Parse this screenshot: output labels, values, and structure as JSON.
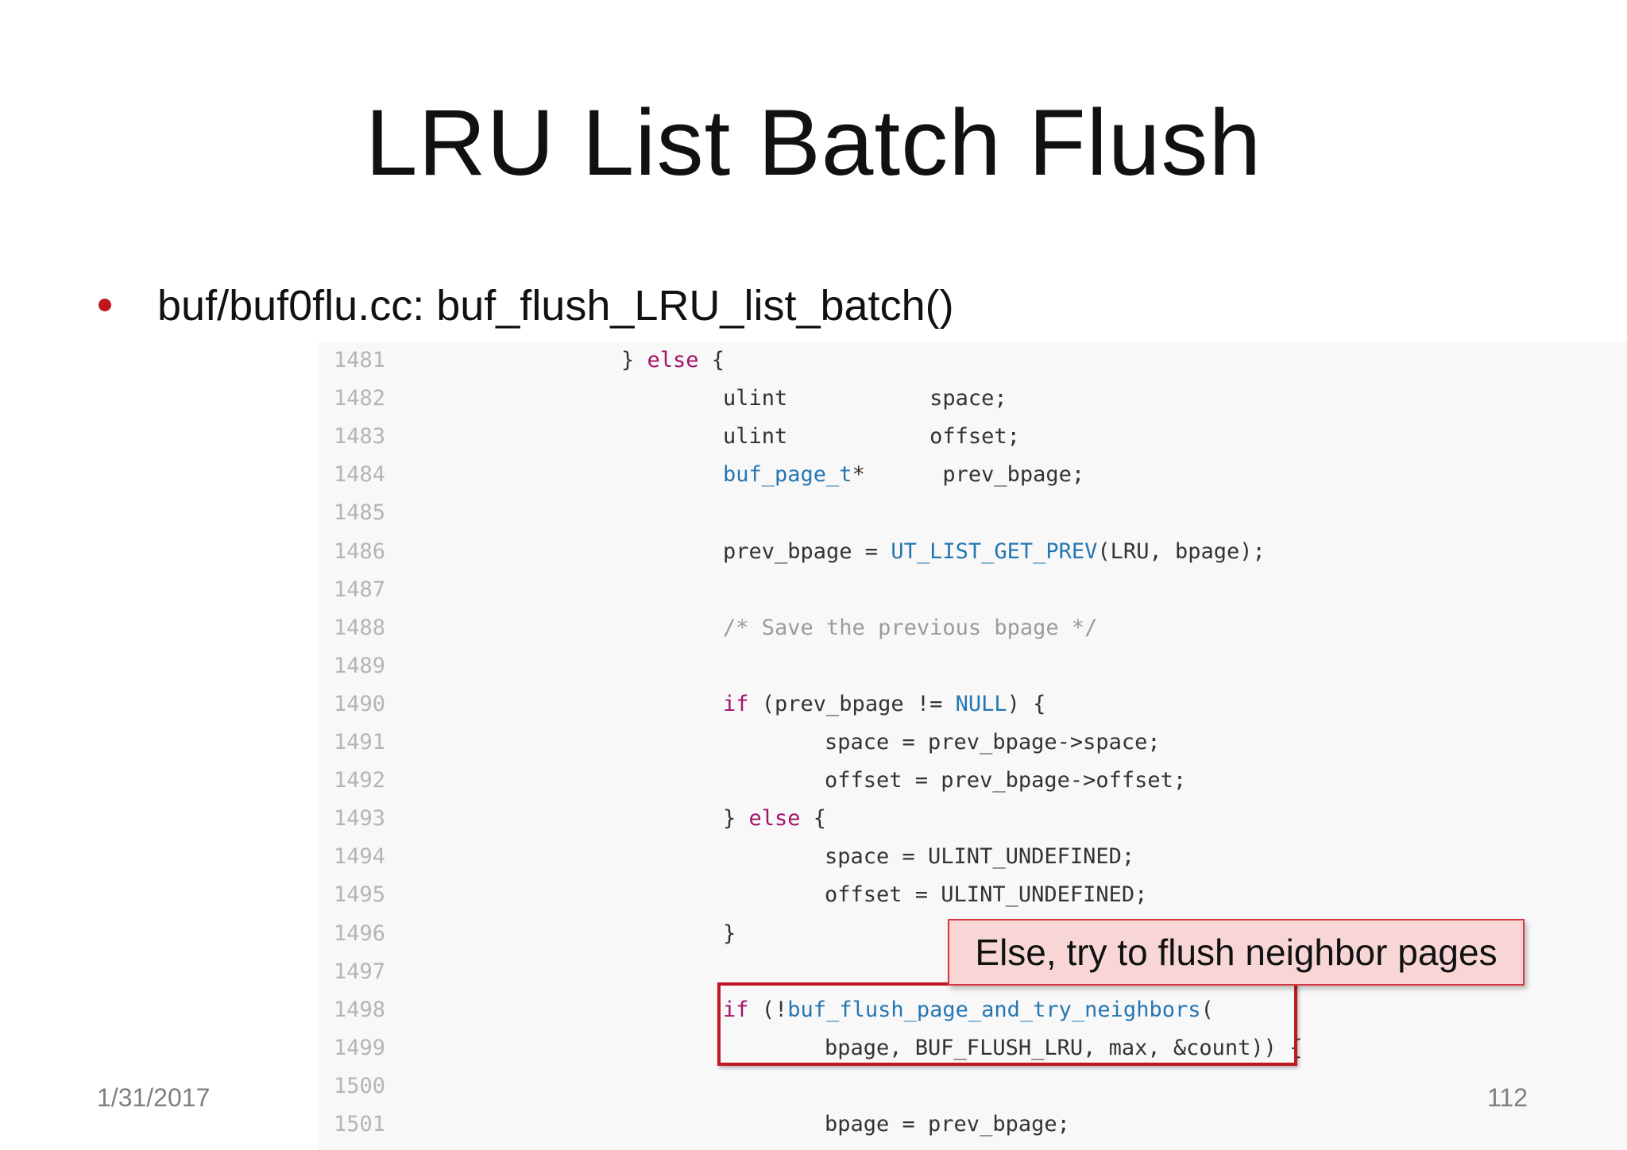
{
  "slide": {
    "title": "LRU List Batch Flush",
    "bullet": "buf/buf0flu.cc: buf_flush_LRU_list_batch()",
    "callout": "Else, try to flush neighbor pages",
    "footer_date": "1/31/2017",
    "footer_page": "112"
  },
  "code": {
    "lines": [
      {
        "num": "1481",
        "segments": [
          {
            "t": "} ",
            "c": "plain"
          },
          {
            "t": "else",
            "c": "kw"
          },
          {
            "t": " {",
            "c": "plain"
          }
        ]
      },
      {
        "num": "1482",
        "segments": [
          {
            "t": "ulint           space;",
            "c": "plain"
          }
        ]
      },
      {
        "num": "1483",
        "segments": [
          {
            "t": "ulint           offset;",
            "c": "plain"
          }
        ]
      },
      {
        "num": "1484",
        "segments": [
          {
            "t": "buf_page_t",
            "c": "fn"
          },
          {
            "t": "*      prev_bpage;",
            "c": "plain"
          }
        ]
      },
      {
        "num": "1485",
        "segments": []
      },
      {
        "num": "1486",
        "segments": [
          {
            "t": "prev_bpage = ",
            "c": "plain"
          },
          {
            "t": "UT_LIST_GET_PREV",
            "c": "fn"
          },
          {
            "t": "(LRU, bpage);",
            "c": "plain"
          }
        ]
      },
      {
        "num": "1487",
        "segments": []
      },
      {
        "num": "1488",
        "segments": [
          {
            "t": "/* Save the previous bpage */",
            "c": "cm"
          }
        ]
      },
      {
        "num": "1489",
        "segments": []
      },
      {
        "num": "1490",
        "segments": [
          {
            "t": "if",
            "c": "kw"
          },
          {
            "t": " (prev_bpage != ",
            "c": "plain"
          },
          {
            "t": "NULL",
            "c": "fn"
          },
          {
            "t": ") {",
            "c": "plain"
          }
        ]
      },
      {
        "num": "1491",
        "segments": [
          {
            "t": "space = prev_bpage->space;",
            "c": "plain"
          }
        ]
      },
      {
        "num": "1492",
        "segments": [
          {
            "t": "offset = prev_bpage->offset;",
            "c": "plain"
          }
        ]
      },
      {
        "num": "1493",
        "segments": [
          {
            "t": "} ",
            "c": "plain"
          },
          {
            "t": "else",
            "c": "kw"
          },
          {
            "t": " {",
            "c": "plain"
          }
        ]
      },
      {
        "num": "1494",
        "segments": [
          {
            "t": "space = ULINT_UNDEFINED;",
            "c": "plain"
          }
        ]
      },
      {
        "num": "1495",
        "segments": [
          {
            "t": "offset = ULINT_UNDEFINED;",
            "c": "plain"
          }
        ]
      },
      {
        "num": "1496",
        "segments": [
          {
            "t": "}",
            "c": "plain"
          }
        ]
      },
      {
        "num": "1497",
        "segments": []
      },
      {
        "num": "1498",
        "segments": [
          {
            "t": "if",
            "c": "kw"
          },
          {
            "t": " (!",
            "c": "plain"
          },
          {
            "t": "buf_flush_page_and_try_neighbors",
            "c": "fn"
          },
          {
            "t": "(",
            "c": "plain"
          }
        ]
      },
      {
        "num": "1499",
        "segments": [
          {
            "t": "bpage, BUF_FLUSH_LRU, max, &count)) {",
            "c": "plain"
          }
        ]
      },
      {
        "num": "1500",
        "segments": []
      },
      {
        "num": "1501",
        "segments": [
          {
            "t": "bpage = prev_bpage;",
            "c": "plain"
          }
        ]
      }
    ]
  }
}
